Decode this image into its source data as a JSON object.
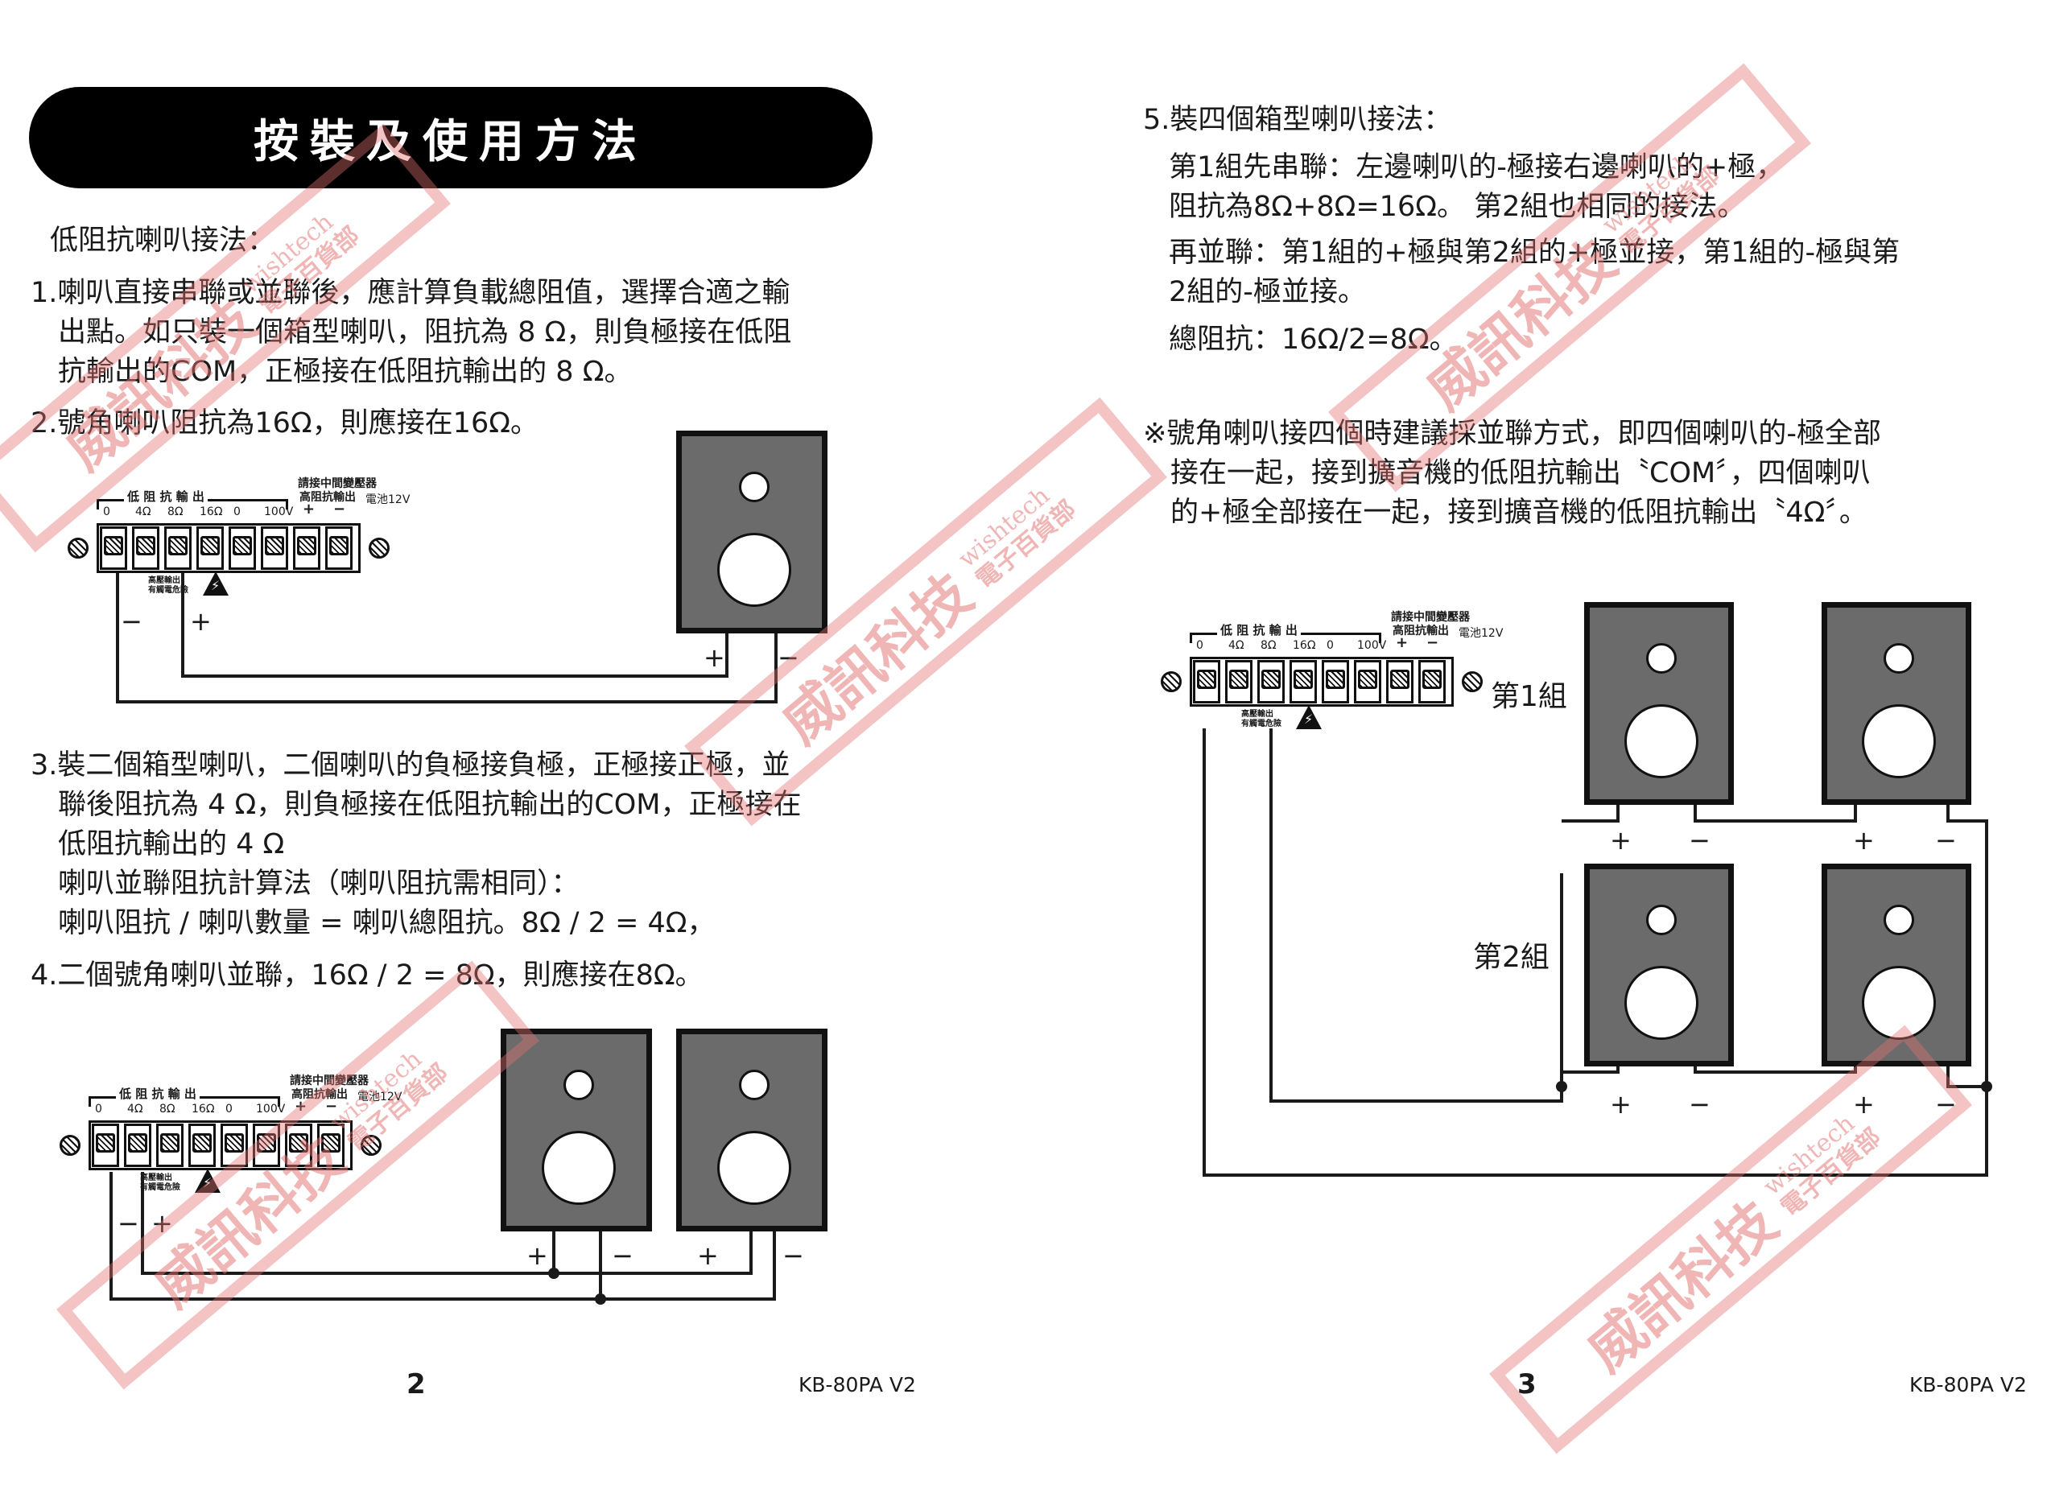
{
  "left_page": {
    "title": "按裝及使用方法",
    "intro": "低阻抗喇叭接法：",
    "item1": [
      "1.喇叭直接串聯或並聯後，應計算負載總阻值，選擇合適之輸",
      "出點。如只裝一個箱型喇叭，阻抗為 8 Ω，則負極接在低阻",
      "抗輸出的COM，正極接在低阻抗輸出的 8 Ω。"
    ],
    "item2": "2.號角喇叭阻抗為16Ω，則應接在16Ω。",
    "item3": [
      "3.裝二個箱型喇叭，二個喇叭的負極接負極，正極接正極，並",
      "聯後阻抗為 4 Ω，則負極接在低阻抗輸出的COM，正極接在",
      "低阻抗輸出的 4 Ω",
      "喇叭並聯阻抗計算法（喇叭阻抗需相同）：",
      "喇叭阻抗 / 喇叭數量 = 喇叭總阻抗。8Ω / 2 = 4Ω，"
    ],
    "item4": "4.二個號角喇叭並聯，16Ω / 2 = 8Ω，則應接在8Ω。",
    "page_number": "2",
    "model": "KB-80PA V2"
  },
  "right_page": {
    "item5": [
      "5.裝四個箱型喇叭接法：",
      "第1組先串聯：左邊喇叭的-極接右邊喇叭的+極，",
      "阻抗為8Ω+8Ω=16Ω。 第2組也相同的接法。",
      "再並聯：第1組的+極與第2組的+極並接，第1組的-極與第",
      "2組的-極並接。",
      "總阻抗：16Ω/2=8Ω。"
    ],
    "note": [
      "※號角喇叭接四個時建議採並聯方式，即四個喇叭的-極全部",
      "接在一起，接到擴音機的低阻抗輸出〝COM〞，四個喇叭",
      "的+極全部接在一起，接到擴音機的低阻抗輸出〝4Ω〞。"
    ],
    "group1": "第1組",
    "group2": "第2組",
    "page_number": "3",
    "model": "KB-80PA V2"
  },
  "terminal_block": {
    "low_label": "低 阻 抗 輸 出",
    "low_taps": [
      "0",
      "4Ω",
      "8Ω",
      "16Ω"
    ],
    "high_label_1": "請接中間變壓器",
    "high_label_2": "高阻抗輸出",
    "high_taps": [
      "0",
      "100V"
    ],
    "battery": "電池12V",
    "battery_pol": [
      "+",
      "−"
    ],
    "warn_1": "高壓輸出",
    "warn_2": "有觸電危險"
  },
  "polarity": {
    "plus": "+",
    "minus": "−"
  },
  "watermark": {
    "cn": "威訊科技",
    "en": "wishtech",
    "sub": "電子百貨部"
  },
  "colors": {
    "cabinet": "#6b6b6b",
    "ink": "#1a1a1a",
    "watermark": "#e37070"
  }
}
